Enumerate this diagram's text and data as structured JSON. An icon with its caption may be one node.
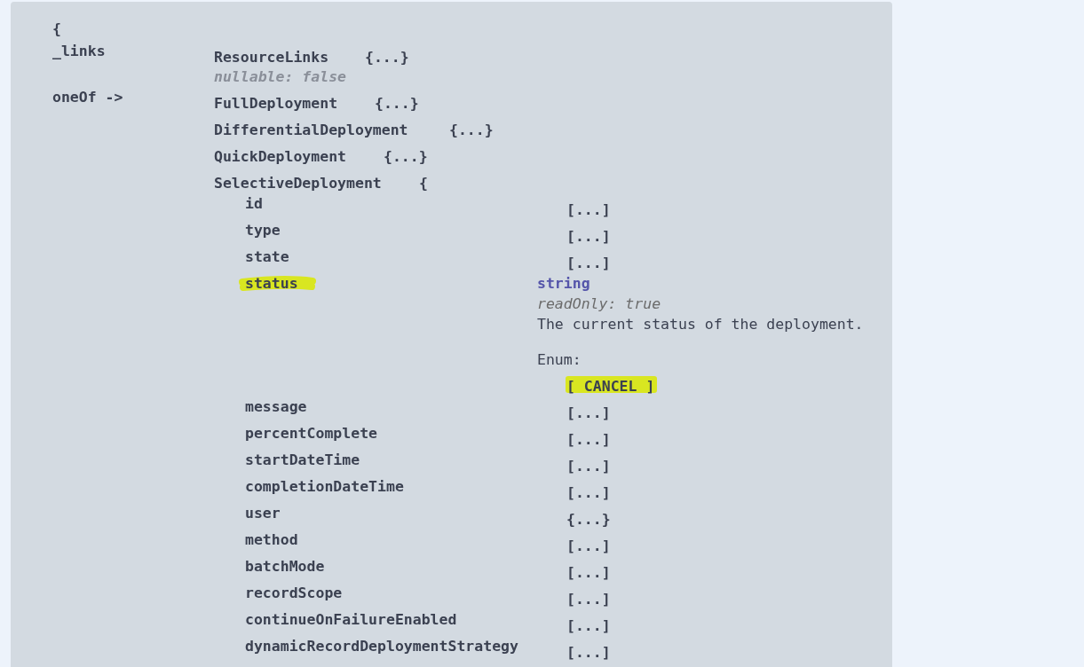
{
  "diagram": {
    "labels": [
      "{",
      "_links",
      "ResourceLinks",
      "{...}",
      "nullable: false",
      "oneOf ->",
      "FullDeployment",
      "{...}",
      "DifferentialDeployment",
      "{...}",
      "QuickDeployment",
      "{...}",
      "SelectiveDeployment",
      "{",
      "id",
      "[...]",
      "type",
      "[...]",
      "state",
      "[...]",
      "status",
      "string",
      "readOnly: true",
      "The current status of the deployment.",
      "Enum:",
      "[ CANCEL ]",
      "message",
      "[...]",
      "percentComplete",
      "[...]",
      "startDateTime",
      "[...]",
      "completionDateTime",
      "[...]",
      "user",
      "{...}",
      "method",
      "[...]",
      "batchMode",
      "[...]",
      "recordScope",
      "[...]",
      "continueOnFailureEnabled",
      "[...]",
      "dynamicRecordDeploymentStrategy",
      "[...]"
    ]
  }
}
